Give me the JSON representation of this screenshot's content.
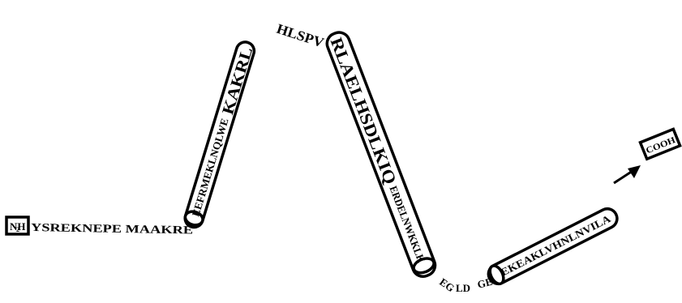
{
  "terminals": {
    "n_terminus": "NH",
    "n_terminus_subscript": "2",
    "c_terminus": "COOH"
  },
  "loops": {
    "loop1": "YSREKNEPE MAAKRE",
    "loop2": "HLSPV",
    "loop3": "EGLDGE",
    "loop3_part_a": "EG",
    "loop3_part_b": "LD",
    "loop3_part_c": "GE"
  },
  "helices": {
    "helix1": "EEFRMEKLNQLWEKAKRL",
    "helix1_part_a": "EEFRMEKLNQLWE",
    "helix1_part_b": "KAKRL",
    "helix2": "RLAELHSDLKIQERDELNWKKLK",
    "helix2_part_a": "RLAELHSDLKIQ",
    "helix2_part_b": "ERDELNWKKLK",
    "helix3": "EKEAKLVHNLNVILA"
  },
  "colors": {
    "ink": "#000000",
    "background": "#ffffff"
  },
  "icons": {
    "arrow": "arrow-right-icon"
  }
}
